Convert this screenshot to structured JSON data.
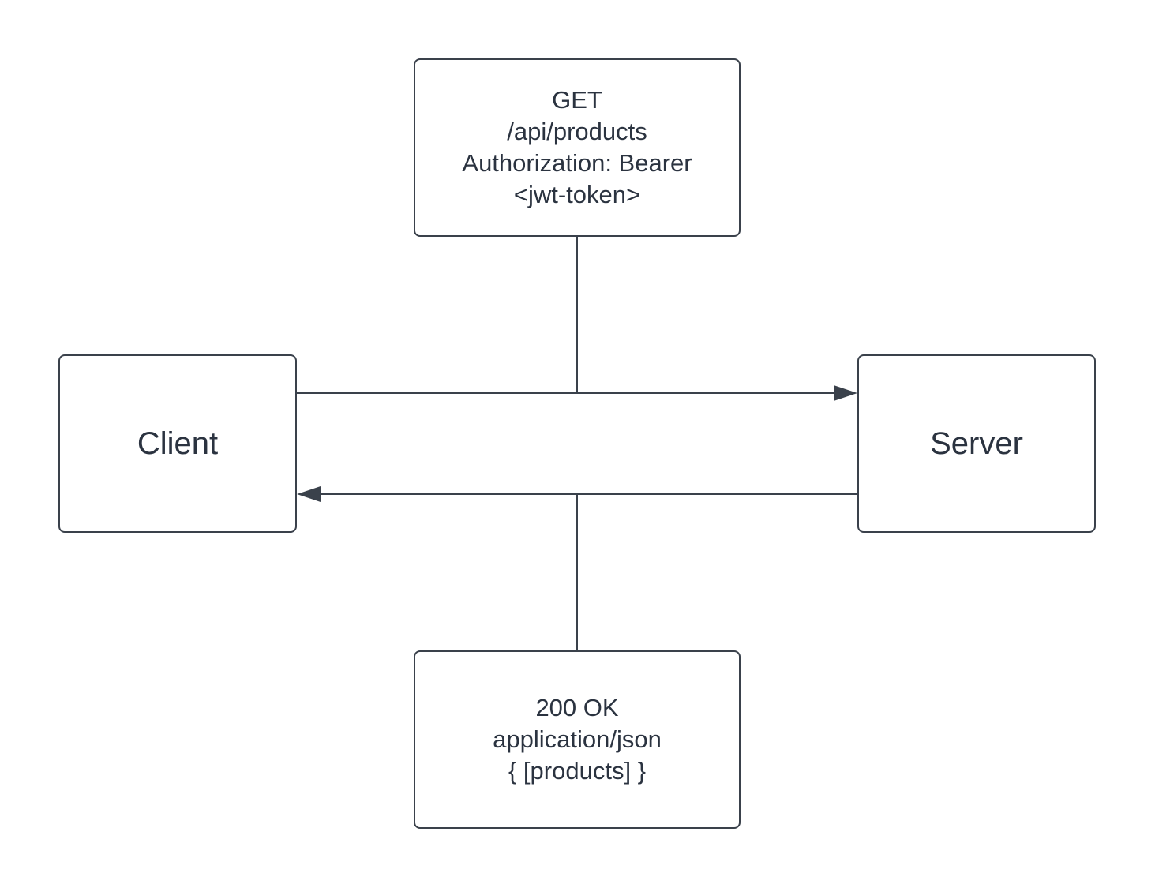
{
  "nodes": {
    "client": {
      "label": "Client"
    },
    "server": {
      "label": "Server"
    },
    "request": {
      "lines": [
        "GET",
        "/api/products",
        "Authorization: Bearer",
        "<jwt-token>"
      ]
    },
    "response": {
      "lines": [
        "200 OK",
        "application/json",
        "{ [products] }"
      ]
    }
  },
  "edges": [
    {
      "from": "client",
      "to": "server",
      "label_node": "request"
    },
    {
      "from": "server",
      "to": "client",
      "label_node": "response"
    }
  ],
  "colors": {
    "stroke": "#3a414b",
    "text": "#2b3340",
    "background": "#ffffff"
  }
}
